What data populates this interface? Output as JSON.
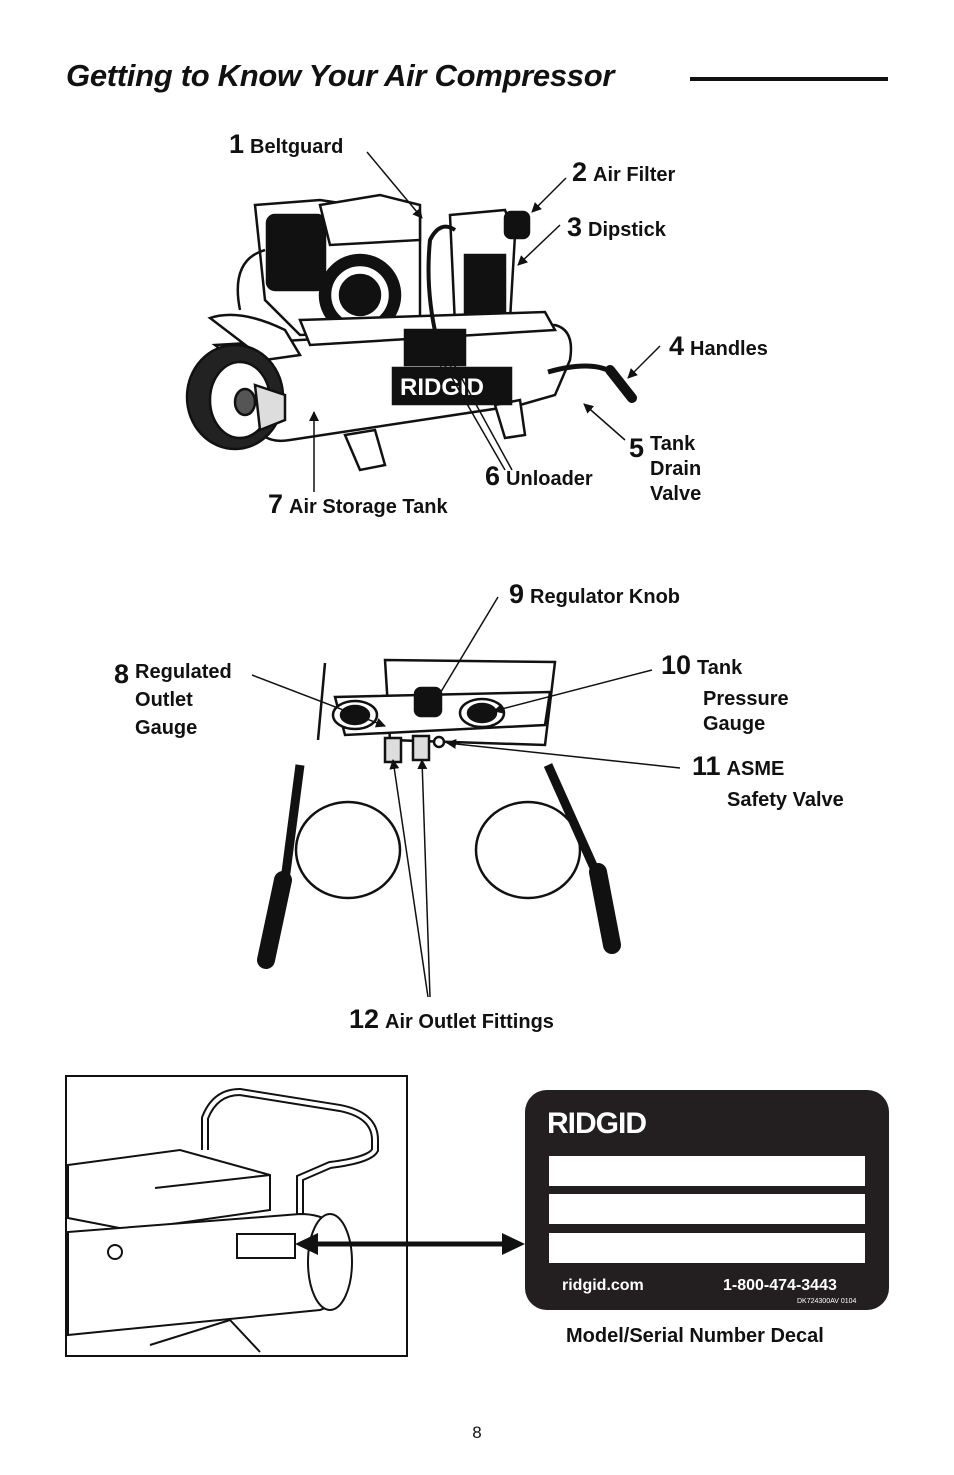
{
  "page": {
    "title": "Getting to Know Your Air Compressor",
    "page_number": "8"
  },
  "brand": {
    "logo_text": "RIDGID"
  },
  "callouts": [
    {
      "num": "1",
      "lines": [
        "Beltguard"
      ]
    },
    {
      "num": "2",
      "lines": [
        "Air Filter"
      ]
    },
    {
      "num": "3",
      "lines": [
        "Dipstick"
      ]
    },
    {
      "num": "4",
      "lines": [
        "Handles"
      ]
    },
    {
      "num": "5",
      "lines": [
        "Tank",
        "Drain",
        "Valve"
      ]
    },
    {
      "num": "6",
      "lines": [
        "Unloader"
      ]
    },
    {
      "num": "7",
      "lines": [
        "Air Storage Tank"
      ]
    },
    {
      "num": "8",
      "lines": [
        "Regulated",
        "Outlet",
        "Gauge"
      ]
    },
    {
      "num": "9",
      "lines": [
        "Regulator Knob"
      ]
    },
    {
      "num": "10",
      "lines": [
        "Tank",
        "Pressure",
        "Gauge"
      ]
    },
    {
      "num": "11",
      "lines": [
        "ASME",
        "Safety Valve"
      ]
    },
    {
      "num": "12",
      "lines": [
        "Air Outlet Fittings"
      ]
    }
  ],
  "decal": {
    "logo": "RIDGID",
    "website": "ridgid.com",
    "phone": "1-800-474-3443",
    "code": "DK724300AV 0104",
    "caption": "Model/Serial Number Decal"
  }
}
